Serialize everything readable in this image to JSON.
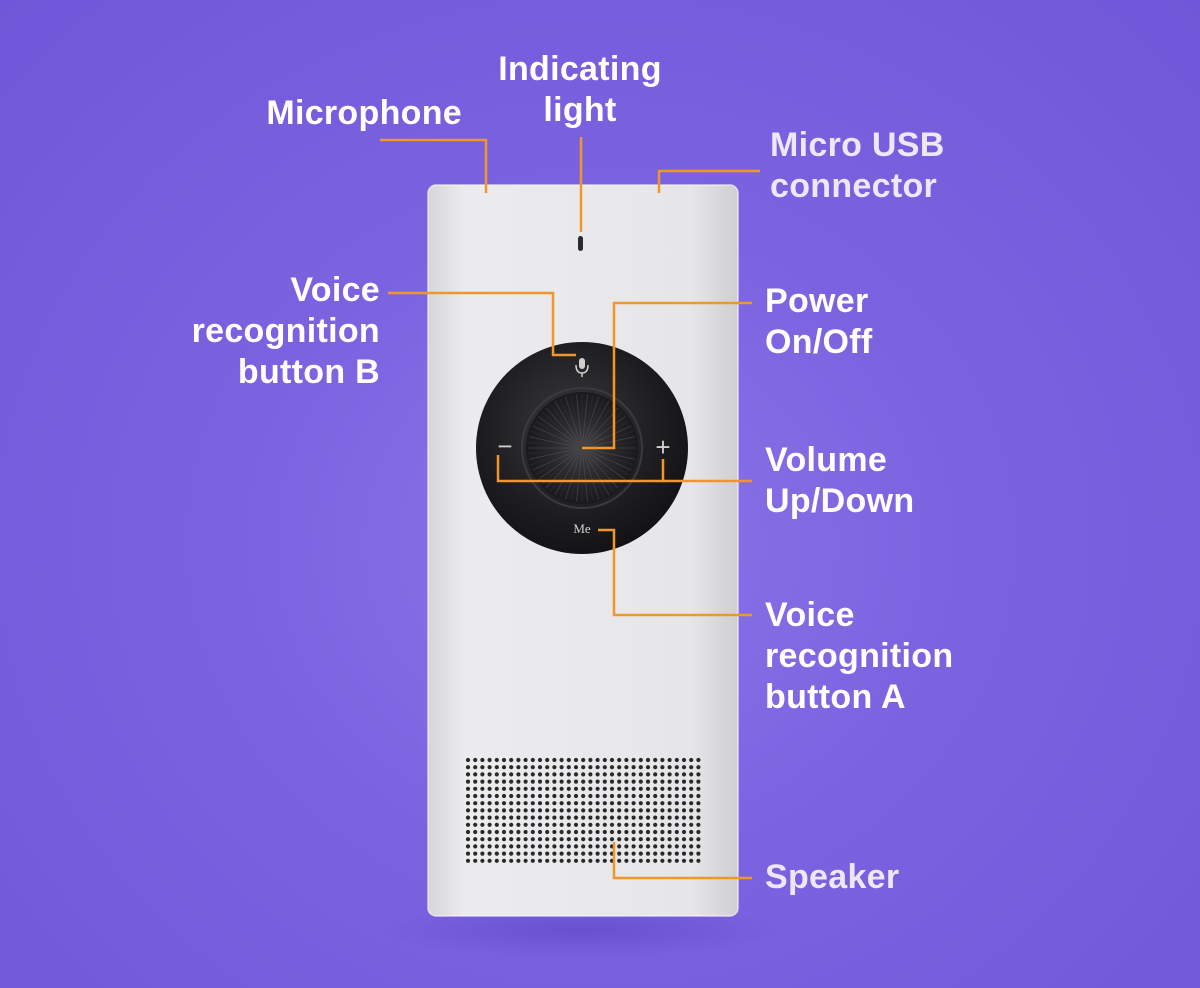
{
  "labels": {
    "microphone": "Microphone",
    "indicating_light": "Indicating\nlight",
    "micro_usb": "Micro USB\nconnector",
    "voice_button_b": "Voice\nrecognition\nbutton B",
    "power": "Power\nOn/Off",
    "volume": "Volume\nUp/Down",
    "voice_button_a": "Voice\nrecognition\nbutton A",
    "speaker": "Speaker"
  },
  "device": {
    "me_button_text": "Me",
    "minus_symbol": "−",
    "plus_symbol": "+"
  },
  "colors": {
    "leader_line": "#f0962a",
    "device_body": "#e4e4e6",
    "dial": "#1c1c1e"
  }
}
